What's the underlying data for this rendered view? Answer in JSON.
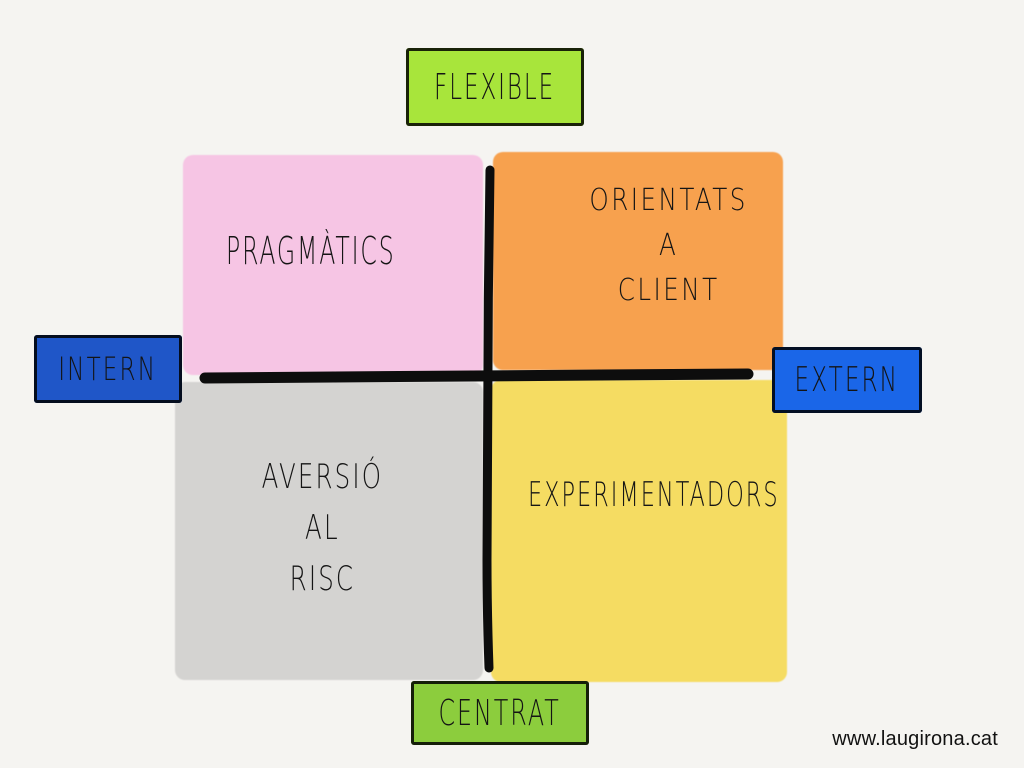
{
  "axes": {
    "top": "FLEXIBLE",
    "bottom": "CENTRAT",
    "left": "INTERN",
    "right": "EXTERN"
  },
  "quadrants": {
    "top_left": {
      "lines": [
        "PRAGMÀTICS"
      ],
      "color": "#f6c5e4"
    },
    "top_right": {
      "lines": [
        "ORIENTATS",
        "A",
        "CLIENT"
      ],
      "color": "#f7a14e"
    },
    "bottom_left": {
      "lines": [
        "AVERSIÓ",
        "AL",
        "RISC"
      ],
      "color": "#d4d3d1"
    },
    "bottom_right": {
      "lines": [
        "EXPERIMENTADORS"
      ],
      "color": "#f5dc62"
    }
  },
  "colors": {
    "flexible_tag": "#a8e53b",
    "centrat_tag": "#8ccd3d",
    "intern_tag": "#1f56c8",
    "extern_tag": "#1a66e8",
    "axis_line": "#0d0d0d"
  },
  "footer": {
    "credit": "www.laugirona.cat"
  }
}
